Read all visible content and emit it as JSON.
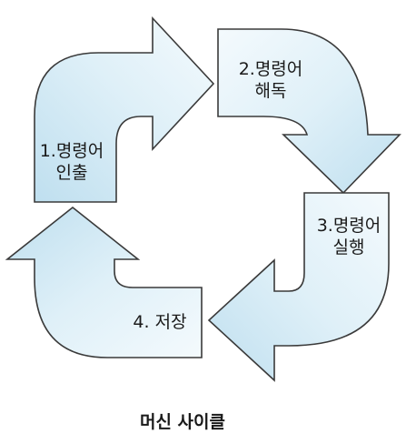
{
  "diagram": {
    "caption": "머신 사이클",
    "fill_color_light": "#f4fafd",
    "fill_color_dark": "#bfdfef",
    "outline_color": "#3a3a3a",
    "steps": [
      {
        "line1": "1.명령어",
        "line2": "인출"
      },
      {
        "line1": "2.명령어",
        "line2": "해독"
      },
      {
        "line1": "3.명령어",
        "line2": "실행"
      },
      {
        "line1": "4. 저장",
        "line2": ""
      }
    ]
  }
}
